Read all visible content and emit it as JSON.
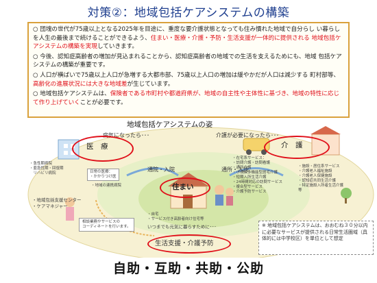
{
  "title": "対策②：地域包括ケアシステムの構築",
  "summary": {
    "p1_a": "○ 団塊の世代が75歳以上となる2025年を目途に、重度な要介護状態となっても住み慣れた地域で自分らし い暮らしを人生の最後まで続けることができるよう、",
    "p1_red": "住まい・医療・介護・予防・生活支援が一体的に提供される 地域包括ケアシステムの構築を実現",
    "p1_b": "していきます。",
    "p2": "○ 今後、認知症高齢者の増加が見込まれることから、認知症高齢者の地域での生活を支えるためにも、地域 包括ケアシステムの構築が重要です。",
    "p3_a": "○ 人口が横ばいで75歳以上人口が急増する大都市部、75歳以上人口の増加は緩やかだが人口は減少する 町村部等、",
    "p3_red": "高齢化の進展状況には大きな地域差",
    "p3_b": "が生じています。",
    "p4_a": "○ 地域包括ケアシステムは、",
    "p4_red": "保険者である市町村や都道府県が、地域の自主性や主体性に基づき、地域の特性に応じて作り上げていく",
    "p4_b": "ことが必要です。"
  },
  "diagram": {
    "heading": "地域包括ケアシステムの姿",
    "sick": "病気になったら･･･",
    "care_needed": "介護が必要になったら･･･",
    "medical": "医　療",
    "care": "介　護",
    "home": "住まい",
    "living_support": "生活支援・介護予防",
    "commute_adm": "通院・入院",
    "commute_use": "通所・入所",
    "clinic_list": [
      "・急性期病院",
      "・亜急性期・回復期",
      "　リハビリ病院"
    ],
    "daily_care": [
      "日常の医療：",
      "・かかりつけ医",
      "・地域の連携病院"
    ],
    "center": [
      "・地域包括支援センター",
      "・ケアマネジャー"
    ],
    "consult": [
      "相談業務やサービスの",
      "コーディネートを行います。"
    ],
    "home_services": [
      "・在宅系サービス：",
      "・訪問介護・訪問看護",
      "・通所介護",
      "・小規模多機能型居宅介護",
      "・短期入所生活介護",
      "・24時間対応の訪問サービス",
      "・複合型サービス",
      "・介護予防サービス"
    ],
    "facility_services": [
      "・施設・居住系サービス",
      "・介護老人福祉施設",
      "・介護老人保健施設",
      "・認知症共同生活介護",
      "・特定施設入所者生活介護",
      "等"
    ],
    "residence": [
      "・自宅",
      "・サービス付き高齢者向け住宅等"
    ],
    "live_forever": "いつまでも元気に暮らすために･･･",
    "note": "※ 地域包括ケアシステムは、おおむね３０分以内に必要なサービスが提供される日常生活圏域（具体的には中学校区）を単位として想定"
  },
  "footer": "自助・互助・共助・公助",
  "colors": {
    "title_blue": "#1f3f8f",
    "accent_red": "#e0101a",
    "box_border": "#d9a13b"
  }
}
